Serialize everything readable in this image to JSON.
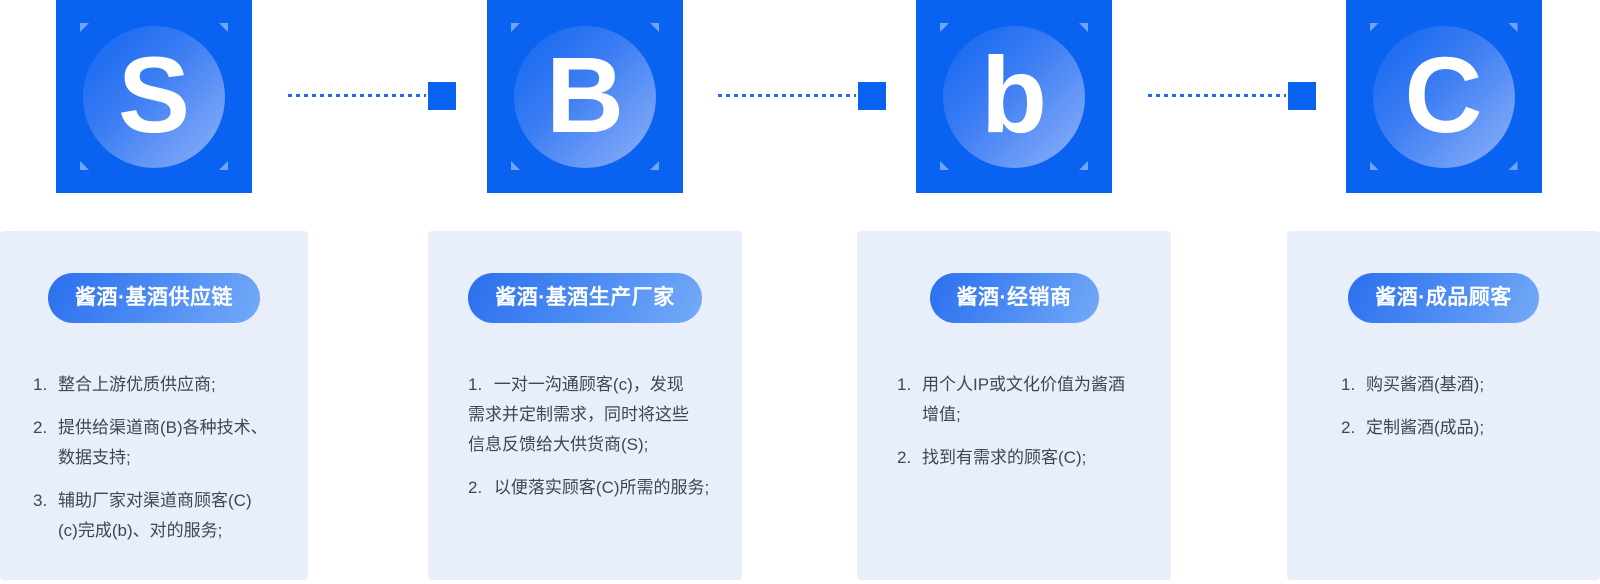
{
  "diagram": {
    "model_name": "S2B2b2C",
    "colors": {
      "accent_blue": "#0A62F1",
      "connector_blue": "#2667EF",
      "card_background": "#E8EFFB",
      "pill_gradient_start": "#2B6FEE",
      "pill_gradient_end": "#74AAF7",
      "body_text": "#3F4753"
    },
    "nodes": [
      {
        "letter": "S",
        "badge": "酱酒·基酒供应链",
        "items": [
          "整合上游优质供应商;",
          "提供给渠道商(B)各种技术、\n数据支持;",
          "辅助厂家对渠道商顾客(C)\n(c)完成(b)、对的服务;"
        ]
      },
      {
        "letter": "B",
        "badge": "酱酒·基酒生产厂家",
        "items": [
          "一对一沟通顾客(c)，发现\n需求并定制需求，同时将这些\n信息反馈给大供货商(S);",
          "以便落实顾客(C)所需的服务;"
        ]
      },
      {
        "letter": "b",
        "badge": "酱酒·经销商",
        "items": [
          "用个人IP或文化价值为酱酒\n增值;",
          "找到有需求的顾客(C);"
        ]
      },
      {
        "letter": "C",
        "badge": "酱酒·成品顾客",
        "items": [
          "购买酱酒(基酒);",
          "定制酱酒(成品);"
        ]
      }
    ]
  }
}
